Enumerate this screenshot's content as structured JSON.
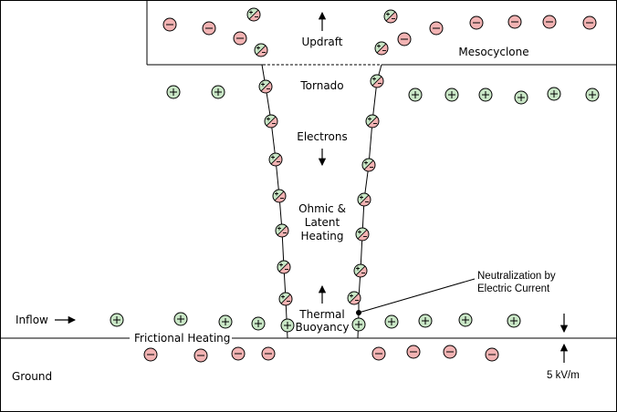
{
  "labels": {
    "updraft": "Updraft",
    "mesocyclone": "Mesocyclone",
    "tornado": "Tornado",
    "electrons": "Electrons",
    "ohmic_line1": "Ohmic &",
    "ohmic_line2": "Latent",
    "ohmic_line3": "Heating",
    "neutralization_line1": "Neutralization by",
    "neutralization_line2": "Electric Current",
    "thermal_line1": "Thermal",
    "thermal_line2": "Buoyancy",
    "inflow": "Inflow",
    "frictional_heating": "Frictional Heating",
    "ground": "Ground",
    "field_strength": "5 kV/m"
  },
  "charge_symbols": {
    "positive": "+",
    "negative": "−"
  },
  "colors": {
    "positive_fill": "#c9e6c6",
    "negative_fill": "#f2b3b3",
    "stroke": "#000000"
  }
}
